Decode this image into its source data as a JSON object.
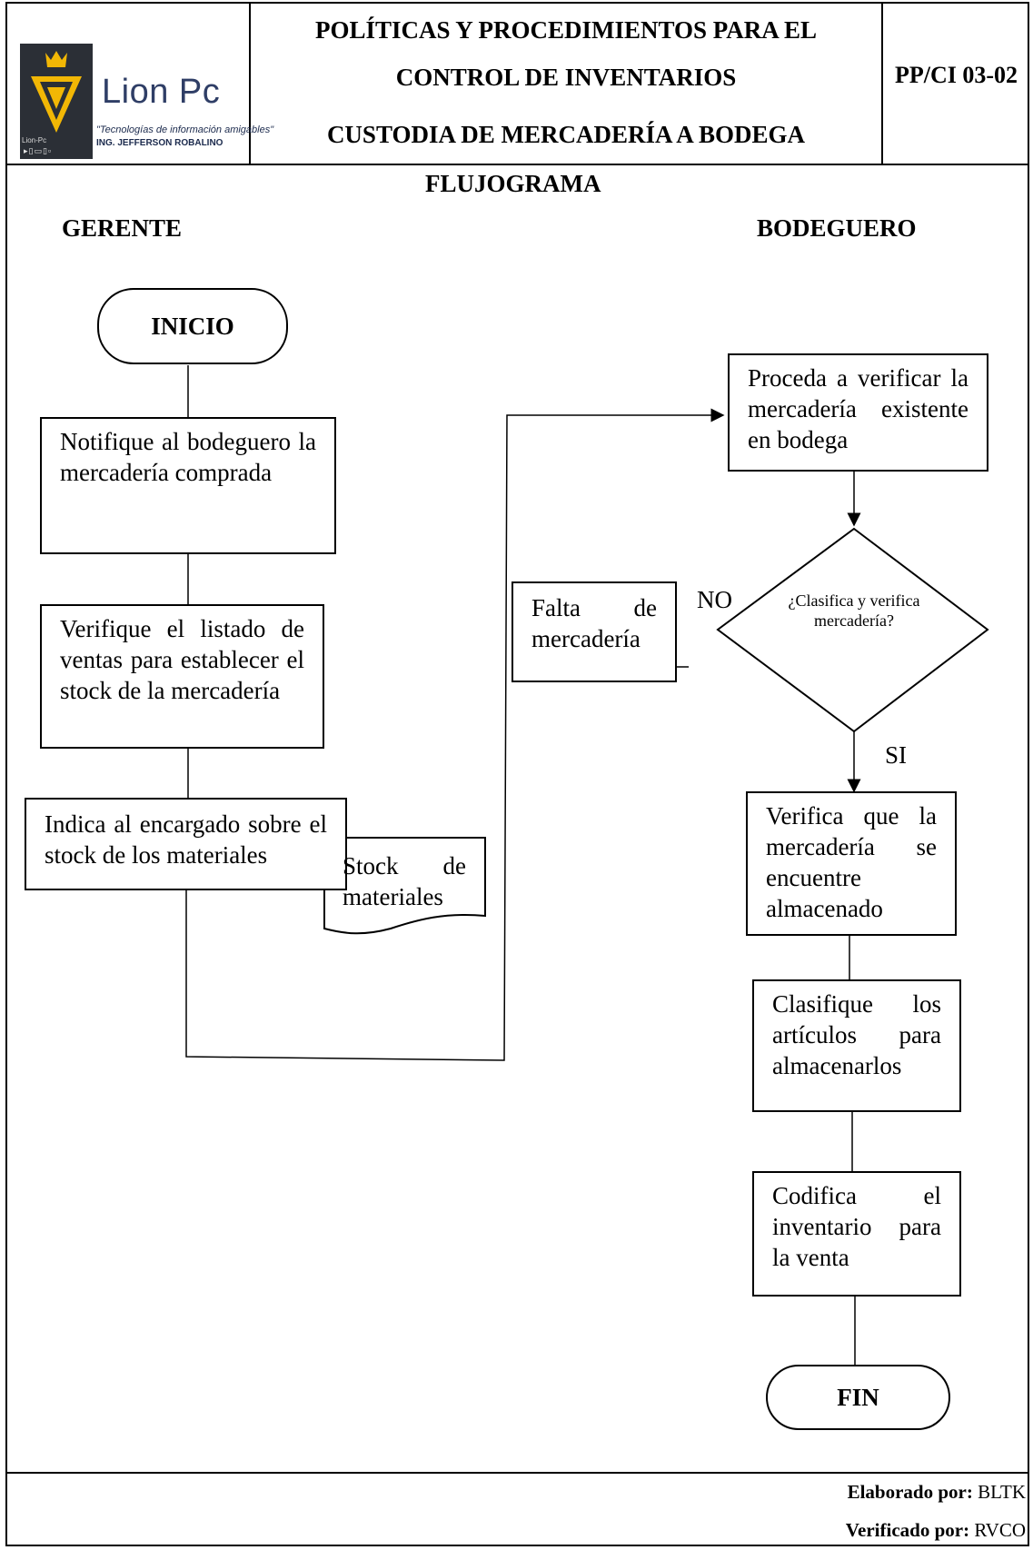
{
  "header": {
    "logo_name": "Lion Pc",
    "logo_tagline": "\"Tecnologías de información amigables\"",
    "logo_engineer": "ING. JEFFERSON ROBALINO",
    "logo_mini": "Lion-Pc",
    "title_line1": "POLÍTICAS Y PROCEDIMIENTOS PARA EL",
    "title_line2": "CONTROL DE INVENTARIOS",
    "title_line3": "CUSTODIA DE MERCADERÍA A BODEGA",
    "doc_code": "PP/CI 03-02"
  },
  "section_title": "FLUJOGRAMA",
  "lanes": {
    "left": "GERENTE",
    "right": "BODEGUERO"
  },
  "flow": {
    "start": "INICIO",
    "step_notify": "Notifique al bodeguero la mercadería comprada",
    "step_verify_sales": "Verifique el listado de ventas para establecer el stock de la mercadería",
    "step_indicate": "Indica al encargado sobre el stock de los materiales",
    "doc_stock": "Stock de materiales",
    "step_check_existing": "Proceda a verificar la mercadería existente en bodega",
    "decision": "¿Clasifica y verifica mercadería?",
    "no_label": "NO",
    "yes_label": "SI",
    "missing": "Falta de mercadería",
    "step_stored": "Verifica que la mercadería se encuentre almacenado",
    "step_classify": "Clasifique los artículos para almacenarlos",
    "step_code": "Codifica el inventario para la venta",
    "end": "FIN"
  },
  "footer": {
    "prepared_label": "Elaborado por:",
    "prepared_value": "BLTK",
    "verified_label": "Verificado por:",
    "verified_value": "RVCO"
  },
  "colors": {
    "logo_bg": "#2b2f36",
    "logo_gold": "#f2b705",
    "logo_text": "#2f3e66"
  }
}
